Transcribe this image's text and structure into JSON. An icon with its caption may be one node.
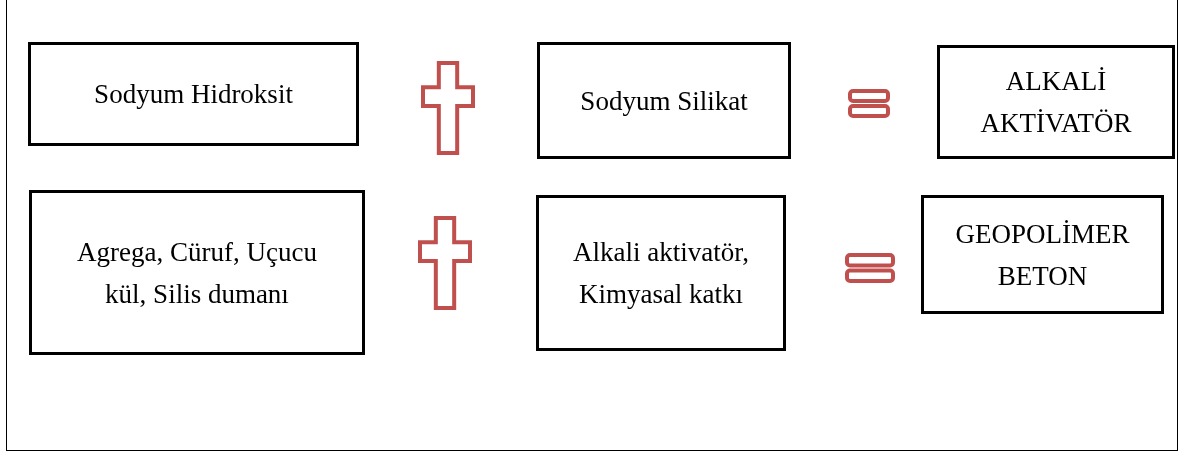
{
  "diagram": {
    "nodes": [
      {
        "text": [
          "Sodyum Hidroksit"
        ]
      },
      {
        "text": [
          "Sodyum Silikat"
        ]
      },
      {
        "text": [
          "ALKALİ AKTİVATÖR"
        ]
      },
      {
        "text": [
          "Agrega, Cüruf, Uçucu kül, Silis dumanı"
        ]
      },
      {
        "text": [
          "Alkali aktivatör, Kimyasal katkı"
        ]
      },
      {
        "text": [
          "GEOPOLİMER BETON"
        ]
      }
    ]
  }
}
